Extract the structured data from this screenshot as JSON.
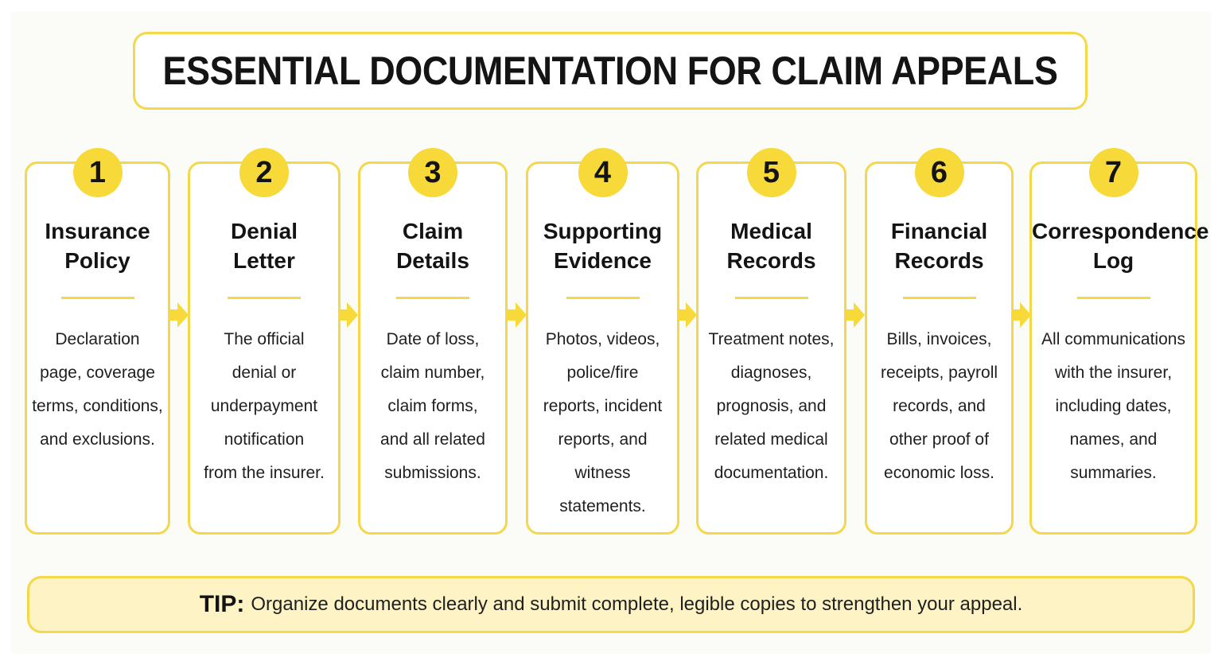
{
  "title": "ESSENTIAL DOCUMENTATION FOR CLAIM APPEALS",
  "accent_color": "#f4d84a",
  "badge_color": "#f7d93a",
  "steps": [
    {
      "number": "1",
      "title": "Insurance\nPolicy",
      "text": "Declaration\npage, coverage\nterms, conditions,\nand exclusions."
    },
    {
      "number": "2",
      "title": "Denial\nLetter",
      "text": "The official\ndenial or\nunderpayment\nnotification\nfrom the insurer."
    },
    {
      "number": "3",
      "title": "Claim\nDetails",
      "text": "Date of loss,\nclaim number,\nclaim forms,\nand all related\nsubmissions."
    },
    {
      "number": "4",
      "title": "Supporting\nEvidence",
      "text": "Photos, videos,\npolice/fire\nreports, incident\nreports, and\nwitness\nstatements."
    },
    {
      "number": "5",
      "title": "Medical\nRecords",
      "text": "Treatment notes,\ndiagnoses,\nprognosis, and\nrelated medical\ndocumentation."
    },
    {
      "number": "6",
      "title": "Financial\nRecords",
      "text": "Bills, invoices,\nreceipts, payroll\nrecords, and\nother proof of\neconomic loss."
    },
    {
      "number": "7",
      "title": "Correspondence\nLog",
      "text": "All communications\nwith the insurer,\nincluding dates,\nnames, and\nsummaries."
    }
  ],
  "tip": {
    "label": "TIP:",
    "text": "Organize documents clearly and submit complete, legible copies to strengthen your appeal."
  }
}
